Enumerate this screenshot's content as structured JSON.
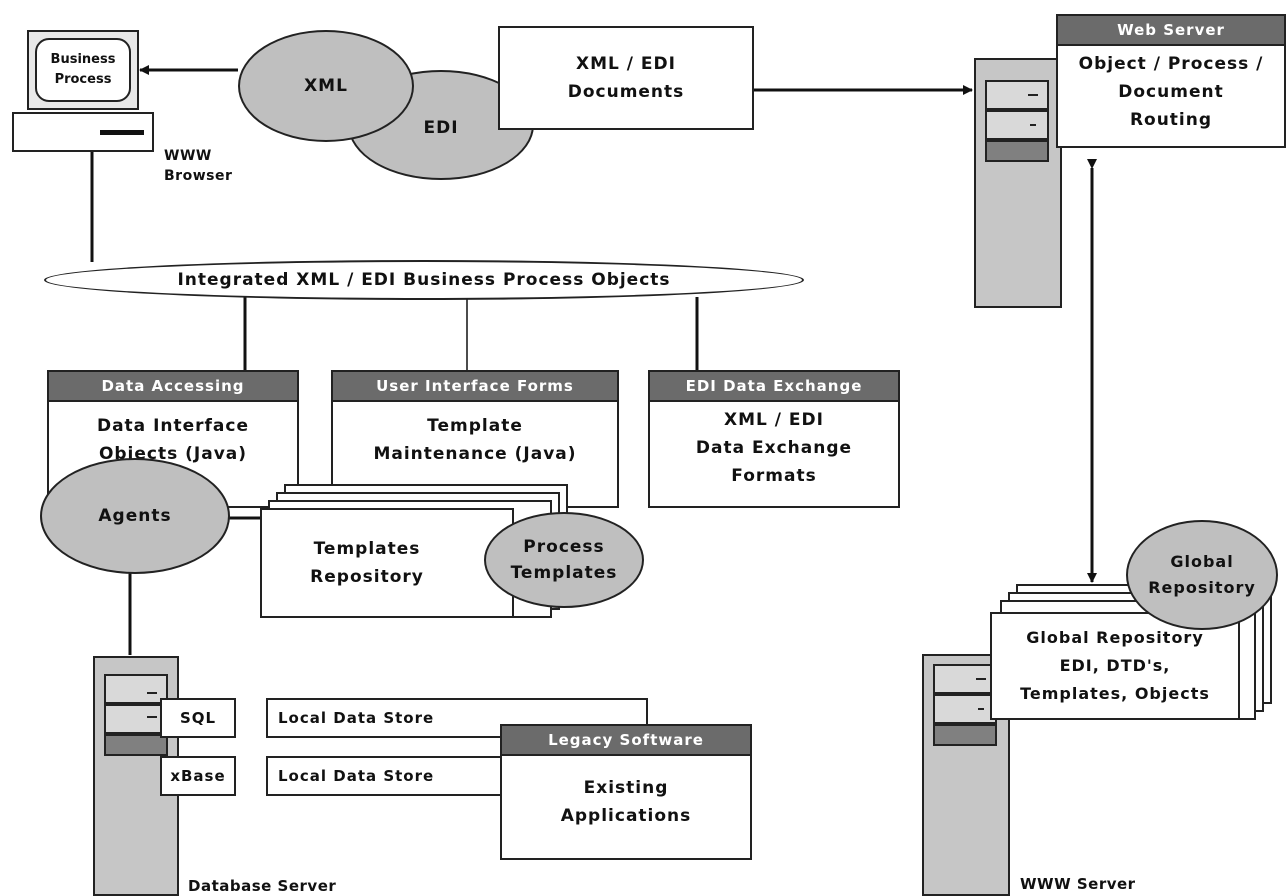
{
  "browser": {
    "screen_text": "Business\nProcess",
    "label": "WWW\nBrowser"
  },
  "xml_ellipse": "XML",
  "edi_ellipse": "EDI",
  "xml_edi_documents": "XML / EDI\nDocuments",
  "web_server": {
    "header": "Web Server",
    "body": "Object / Process /\nDocument\nRouting"
  },
  "integrated_bus": "Integrated XML / EDI Business Process Objects",
  "data_accessing": {
    "header": "Data Accessing",
    "body": "Data Interface\nObjects (Java)"
  },
  "ui_forms": {
    "header": "User Interface Forms",
    "body": "Template\nMaintenance (Java)"
  },
  "edi_exchange": {
    "header": "EDI Data Exchange",
    "body": "XML / EDI\nData Exchange\nFormats"
  },
  "agents": "Agents",
  "templates_repository": "Templates\nRepository",
  "process_templates": "Process\nTemplates",
  "sql": "SQL",
  "xbase": "xBase",
  "local_store_1": "Local Data Store",
  "local_store_2": "Local Data Store",
  "legacy": {
    "header": "Legacy Software",
    "body": "Existing\nApplications"
  },
  "database_server_label": "Database Server",
  "global_repository_ellipse": "Global\nRepository",
  "global_repository_box": "Global Repository\nEDI, DTD's,\nTemplates, Objects",
  "www_server_label": "WWW Server"
}
